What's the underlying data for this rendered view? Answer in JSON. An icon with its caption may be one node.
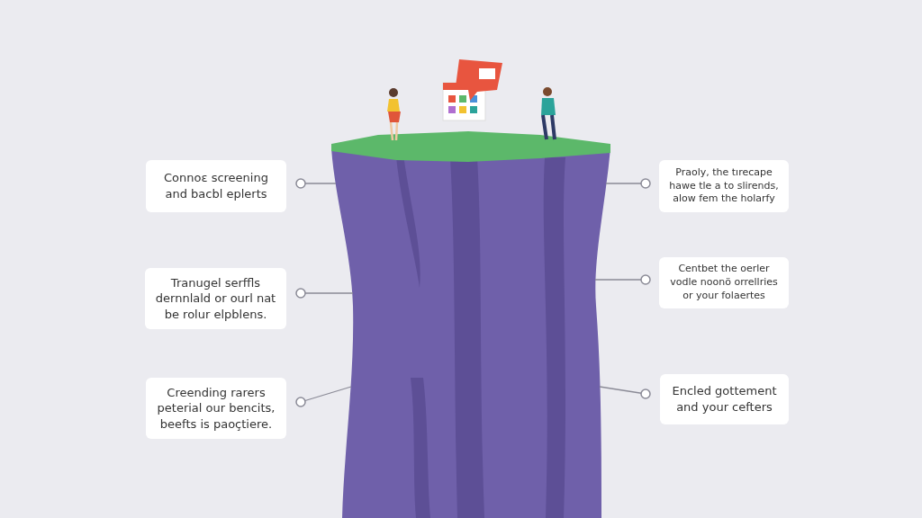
{
  "diagram": {
    "nodes": [
      {
        "text": [],
        "shape": "picture"
      },
      {
        "text": [
          "Connoε screening and bacbl eplerts"
        ]
      },
      {
        "text": [
          "Praoly, the tırecape hawe tle a to slirends, alow fem the holarfy"
        ]
      },
      {
        "text": [
          "Tranugel serffls dernnlald or ourl nat be rolur elpblens."
        ]
      },
      {
        "text": [
          "Centbet the oerler vodle noonö orrellries or your folaertes"
        ]
      },
      {
        "text": [
          "Creending rarers peterial our bencits, beefts is paoçtiere."
        ]
      },
      {
        "text": [
          "Encled gottement and your cefters"
        ]
      }
    ],
    "edges": [
      {
        "from": 1,
        "to": 0,
        "arrow": "other"
      },
      {
        "from": 2,
        "to": 0,
        "arrow": "other"
      },
      {
        "from": 3,
        "to": 0,
        "arrow": "other"
      },
      {
        "from": 4,
        "to": 0,
        "arrow": "other"
      },
      {
        "from": 5,
        "to": 0,
        "arrow": "other"
      },
      {
        "from": 6,
        "to": 0,
        "arrow": "other"
      }
    ]
  }
}
